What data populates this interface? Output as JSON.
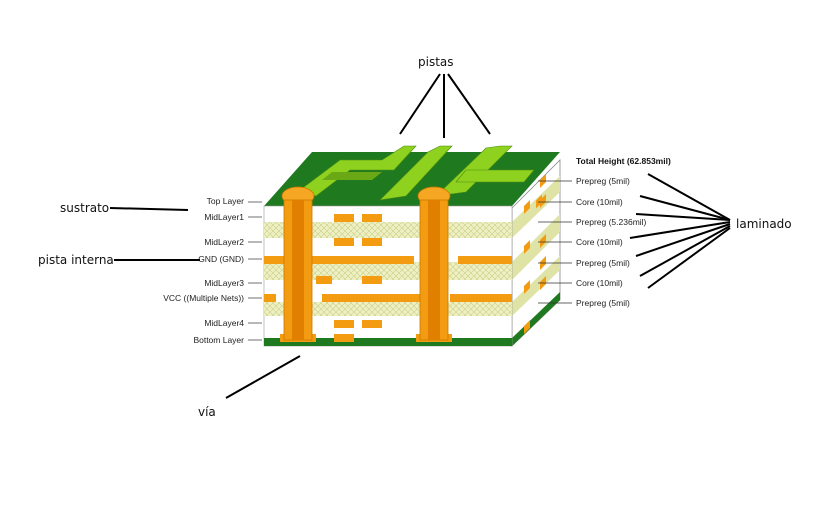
{
  "callouts": {
    "pistas": "pistas",
    "sustrato": "sustrato",
    "pista_interna": "pista interna",
    "via": "vía",
    "laminado": "laminado"
  },
  "layer_labels": [
    "Top Layer",
    "MidLayer1",
    "MidLayer2",
    "GND (GND)",
    "MidLayer3",
    "VCC ((Multiple Nets))",
    "MidLayer4",
    "Bottom Layer"
  ],
  "stack_labels": {
    "total_height": "Total Height (62.853mil)",
    "items": [
      "Prepreg (5mil)",
      "Core (10mil)",
      "Prepreg (5.236mil)",
      "Core (10mil)",
      "Prepreg (5mil)",
      "Core (10mil)",
      "Prepreg (5mil)"
    ]
  },
  "colors": {
    "board_green": "#1f7a1f",
    "trace_green": "#8fd11f",
    "copper": "#f39c12",
    "dielectric": "#e8ebb8",
    "core": "#ffffff"
  }
}
